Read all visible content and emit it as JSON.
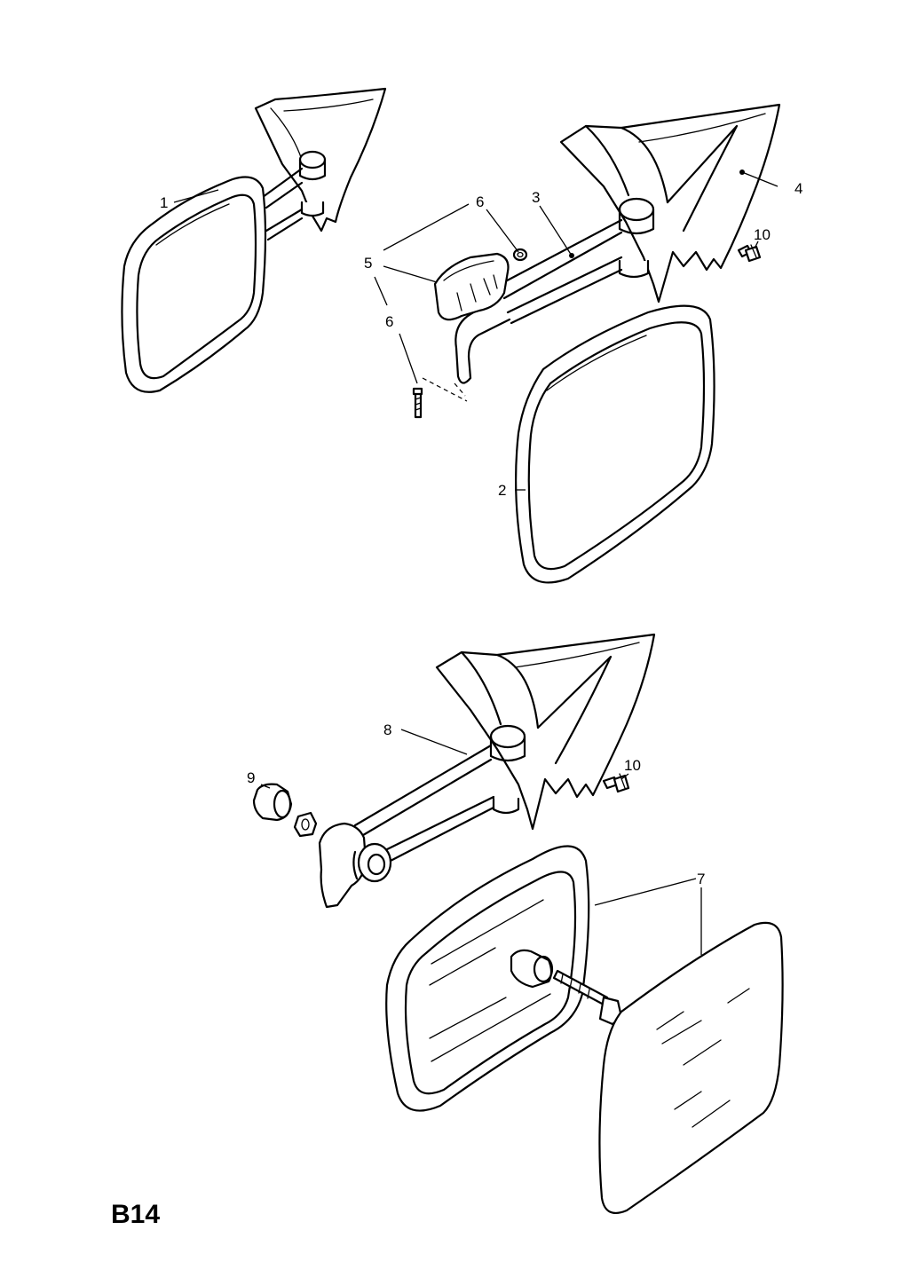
{
  "callouts": {
    "c1": "1",
    "c2": "2",
    "c3": "3",
    "c4": "4",
    "c5": "5",
    "c6a": "6",
    "c6b": "6",
    "c7": "7",
    "c8": "8",
    "c9": "9",
    "c10a": "10",
    "c10b": "10"
  },
  "page_code": "B14",
  "colors": {
    "line": "#000000",
    "paper": "#ffffff"
  }
}
